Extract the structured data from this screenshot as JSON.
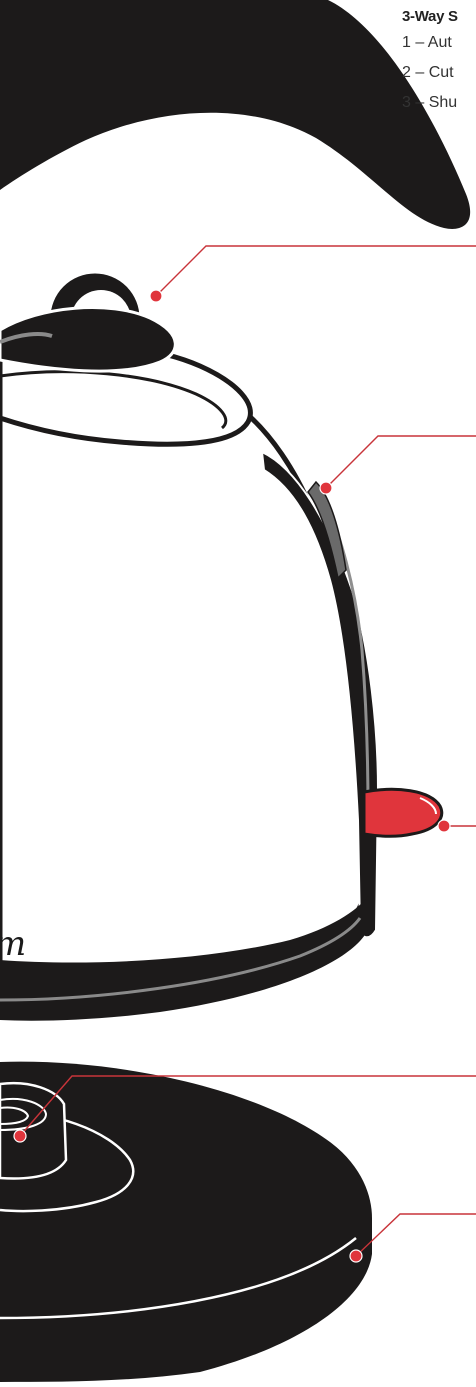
{
  "features": {
    "title": "3-Way S",
    "items": [
      "1 – Aut",
      "2 – Cut",
      "3 – Shu"
    ]
  },
  "brand_script": "m",
  "colors": {
    "body": "#1c1a1a",
    "outline": "#ffffff",
    "accent": "#e0353c",
    "leader_line": "#c8343a",
    "window": "#6a6a6a"
  },
  "callouts": [
    "lid-knob",
    "water-level-window",
    "power-switch",
    "base-connector",
    "base-rim"
  ]
}
